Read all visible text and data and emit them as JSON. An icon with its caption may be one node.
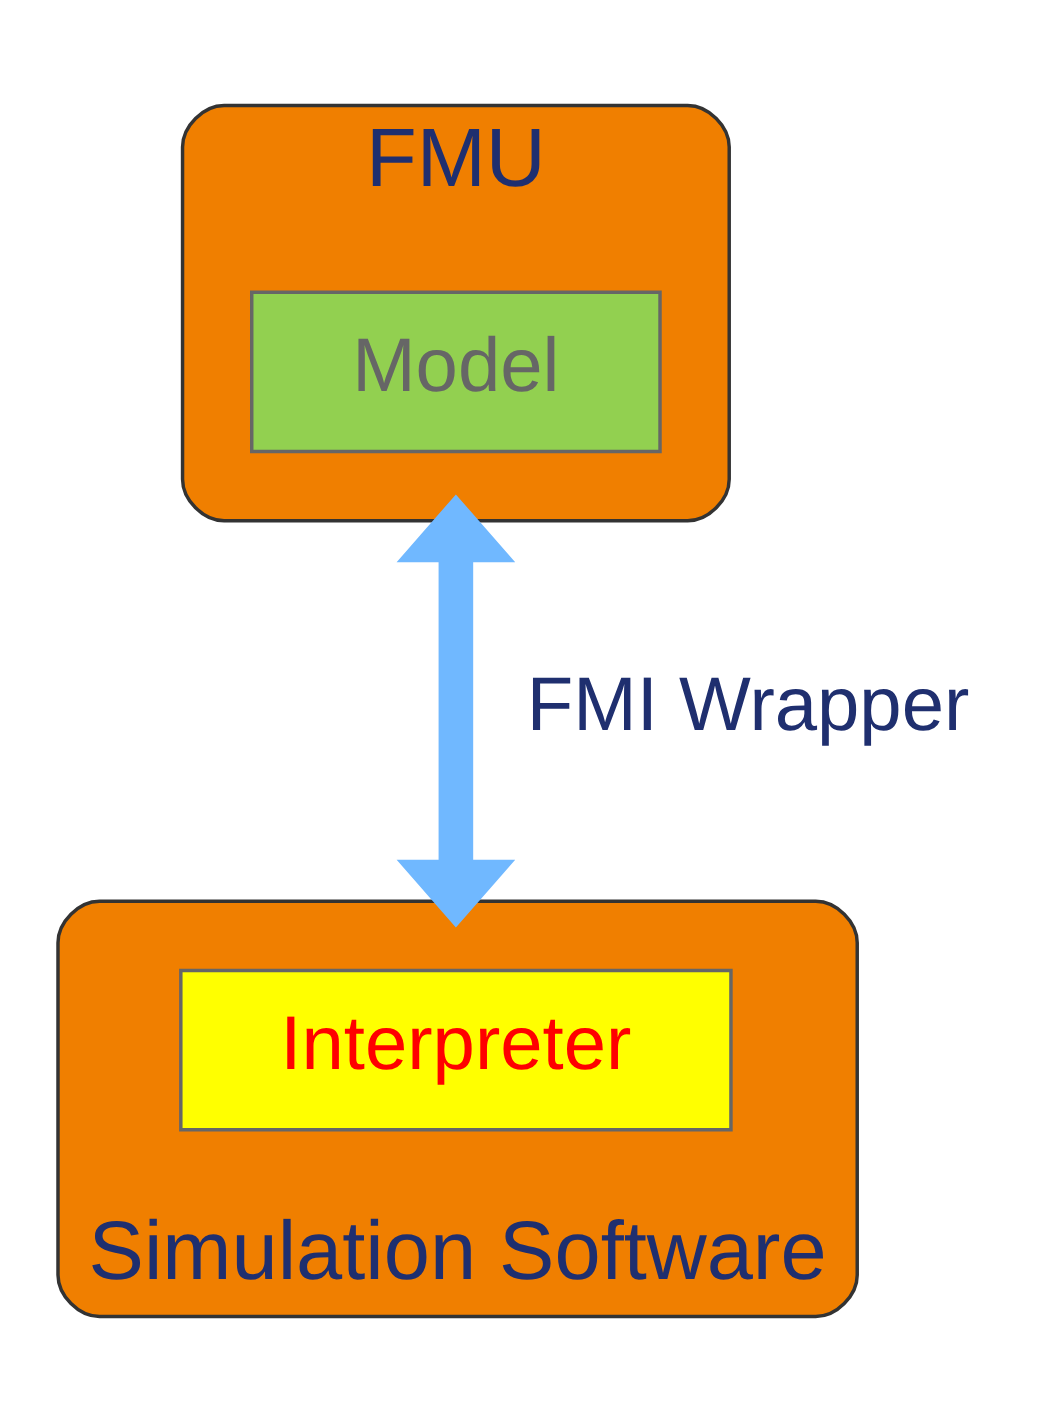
{
  "diagram": {
    "nodes": [
      {
        "text": [
          "FMU"
        ]
      },
      {
        "text": [
          "Model"
        ],
        "in": 0
      },
      {
        "text": [
          "Simulation Software"
        ]
      },
      {
        "text": [
          "Interpreter"
        ],
        "in": 2
      }
    ],
    "edges": [
      {
        "from": 0,
        "to": 2,
        "arrow": "both",
        "label": "FMI Wrapper"
      }
    ]
  }
}
